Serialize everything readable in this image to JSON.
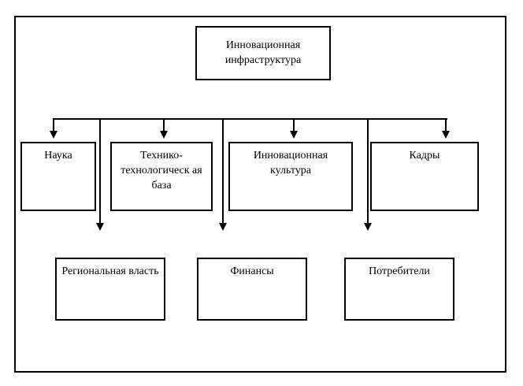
{
  "diagram": {
    "title_box": {
      "id": "root",
      "label": "Инновационная инфраструктура"
    },
    "level_two": [
      {
        "id": "science",
        "label": "Наука"
      },
      {
        "id": "techbase",
        "label": "Технико-технологическ ая база"
      },
      {
        "id": "culture",
        "label": "Инновационная культура"
      },
      {
        "id": "personnel",
        "label": "Кадры"
      }
    ],
    "level_three": [
      {
        "id": "authority",
        "label": "Региональная власть"
      },
      {
        "id": "finance",
        "label": "Финансы"
      },
      {
        "id": "consumers",
        "label": "Потребители"
      }
    ],
    "colors": {
      "stroke": "#000000",
      "background": "#ffffff",
      "text": "#000000"
    }
  }
}
